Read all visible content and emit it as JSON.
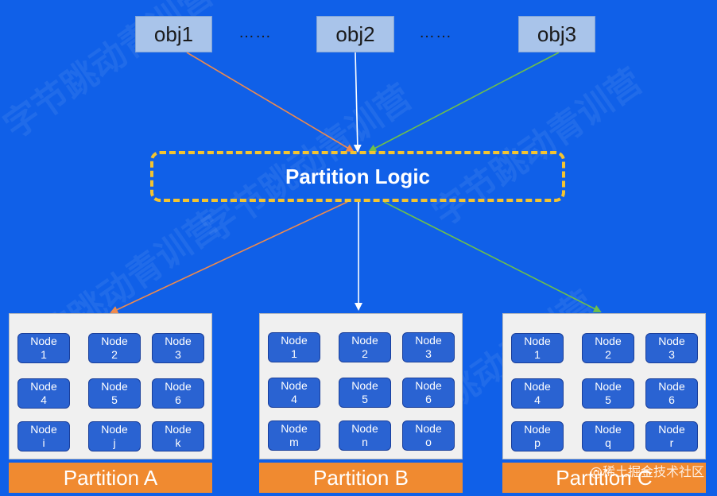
{
  "objects": [
    {
      "label": "obj1"
    },
    {
      "label": "obj2"
    },
    {
      "label": "obj3"
    }
  ],
  "ellipsis": [
    "……",
    "……"
  ],
  "logic": {
    "label": "Partition Logic"
  },
  "colors": {
    "background": "#1060e8",
    "arrow_a": "#f08a4b",
    "arrow_b": "#ffffff",
    "arrow_c": "#6dbf4b",
    "dashed_border": "#f4c430",
    "partition_label": "#f08a30"
  },
  "partitions": [
    {
      "label": "Partition A",
      "nodes": [
        {
          "title": "Node",
          "id": "1"
        },
        {
          "title": "Node",
          "id": "2"
        },
        {
          "title": "Node",
          "id": "3"
        },
        {
          "title": "Node",
          "id": "4"
        },
        {
          "title": "Node",
          "id": "5"
        },
        {
          "title": "Node",
          "id": "6"
        },
        {
          "title": "Node",
          "id": "i"
        },
        {
          "title": "Node",
          "id": "j"
        },
        {
          "title": "Node",
          "id": "k"
        }
      ]
    },
    {
      "label": "Partition B",
      "nodes": [
        {
          "title": "Node",
          "id": "1"
        },
        {
          "title": "Node",
          "id": "2"
        },
        {
          "title": "Node",
          "id": "3"
        },
        {
          "title": "Node",
          "id": "4"
        },
        {
          "title": "Node",
          "id": "5"
        },
        {
          "title": "Node",
          "id": "6"
        },
        {
          "title": "Node",
          "id": "m"
        },
        {
          "title": "Node",
          "id": "n"
        },
        {
          "title": "Node",
          "id": "o"
        }
      ]
    },
    {
      "label": "Partition C",
      "nodes": [
        {
          "title": "Node",
          "id": "1"
        },
        {
          "title": "Node",
          "id": "2"
        },
        {
          "title": "Node",
          "id": "3"
        },
        {
          "title": "Node",
          "id": "4"
        },
        {
          "title": "Node",
          "id": "5"
        },
        {
          "title": "Node",
          "id": "6"
        },
        {
          "title": "Node",
          "id": "p"
        },
        {
          "title": "Node",
          "id": "q"
        },
        {
          "title": "Node",
          "id": "r"
        }
      ]
    }
  ],
  "watermark": {
    "text": "字节跳动青训营",
    "footer": "@稀土掘金技术社区"
  }
}
